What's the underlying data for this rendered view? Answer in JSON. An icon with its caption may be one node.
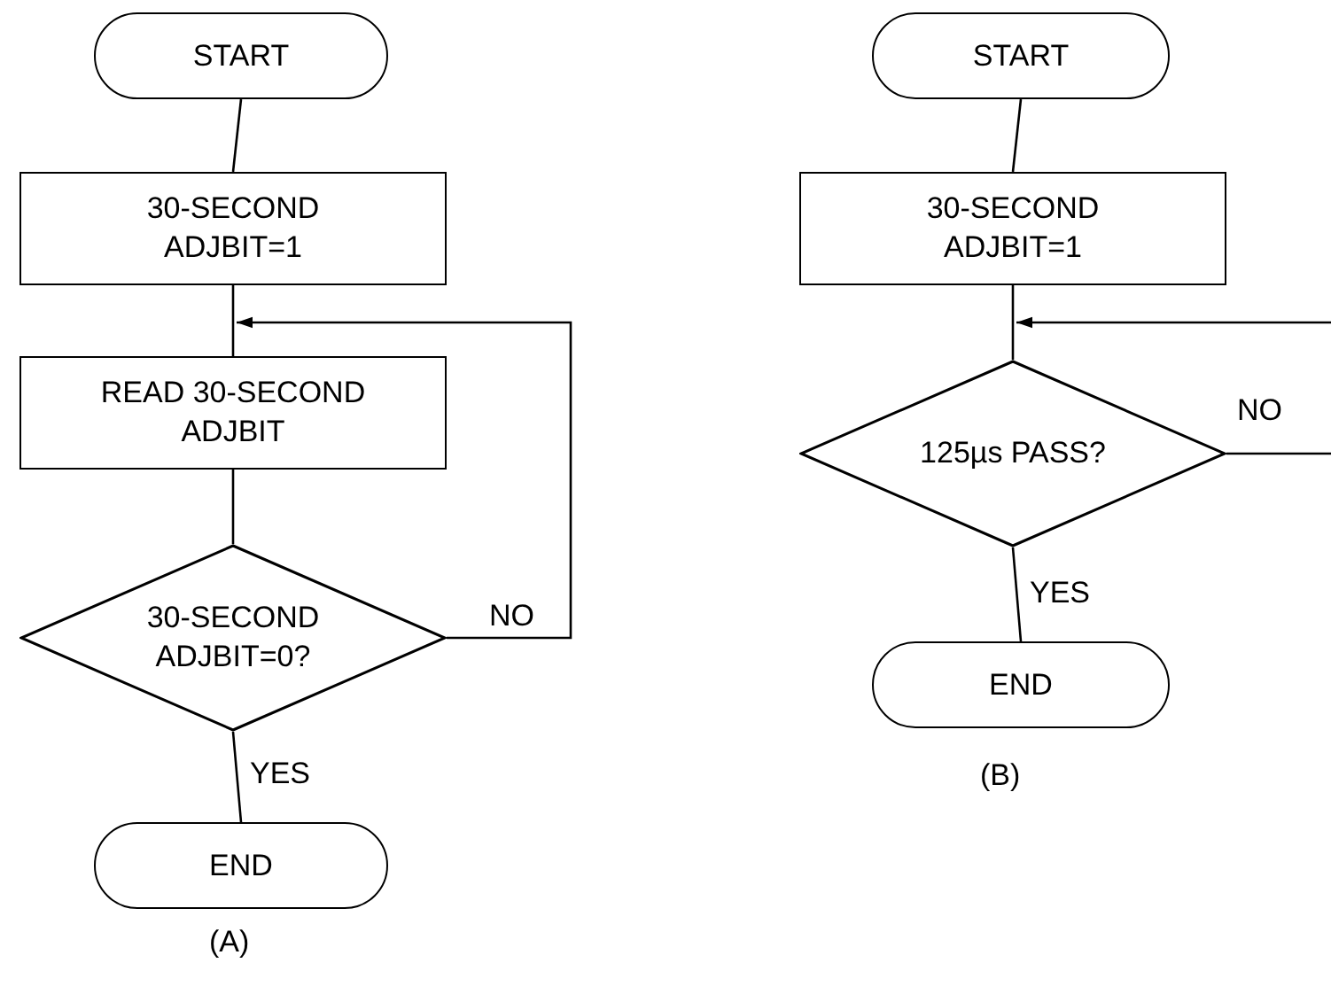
{
  "diagram": {
    "nodes": [
      {
        "text": [
          "START"
        ]
      },
      {
        "text": [
          "30-SECOND ADJBIT=1"
        ]
      },
      {
        "text": [
          "READ 30-SECOND ADJBIT"
        ]
      },
      {
        "text": [
          "30-SECOND ADJBIT=0?"
        ]
      },
      {
        "text": [
          "END"
        ]
      },
      {
        "text": [
          "START"
        ]
      },
      {
        "text": [
          "30-SECOND ADJBIT=1"
        ]
      },
      {
        "text": [
          "125µs PASS?"
        ]
      },
      {
        "text": [
          "END"
        ]
      }
    ],
    "edges": [
      {
        "from": 0,
        "to": 1,
        "arrow": "none"
      },
      {
        "from": 1,
        "to": 2,
        "arrow": "none"
      },
      {
        "from": 2,
        "to": 3,
        "arrow": "none"
      },
      {
        "from": 3,
        "to": 2,
        "arrow": "to",
        "label": "NO"
      },
      {
        "from": 3,
        "to": 4,
        "arrow": "none",
        "label": "YES"
      },
      {
        "from": 5,
        "to": 6,
        "arrow": "none"
      },
      {
        "from": 6,
        "to": 7,
        "arrow": "none"
      },
      {
        "from": 7,
        "to": null,
        "arrow": "none",
        "label": "NO"
      },
      {
        "from": null,
        "to": 7,
        "arrow": "to"
      },
      {
        "from": 7,
        "to": 8,
        "arrow": "none",
        "label": "YES"
      }
    ],
    "labels": [
      "(A)",
      "(B)"
    ]
  }
}
